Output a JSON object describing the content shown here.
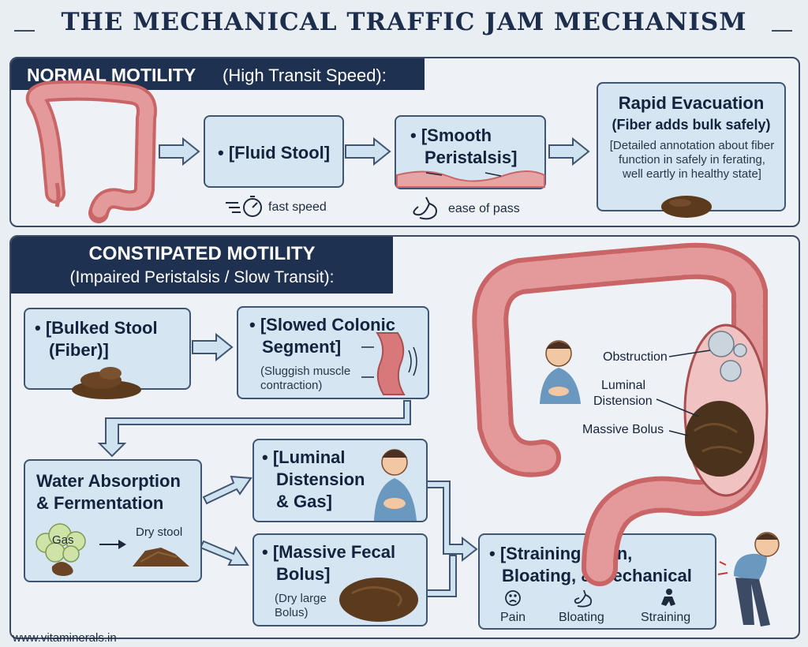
{
  "title": "THE MECHANICAL TRAFFIC JAM MECHANISM",
  "normal": {
    "header_bold": "NORMAL MOTILITY",
    "header_rest": "(High Transit Speed):",
    "box1": "• [Fluid Stool]",
    "box1_caption": "fast speed",
    "box2_line1": "• [Smooth",
    "box2_line2": "Peristalsis]",
    "box2_caption": "ease of pass",
    "box3_title": "Rapid Evacuation",
    "box3_subtitle": "(Fiber adds bulk safely)",
    "box3_note": "[Detailed annotation about fiber function in safely in ferating, well eartly in healthy state]"
  },
  "constipated": {
    "header_line1": "CONSTIPATED MOTILITY",
    "header_line2": "(Impaired Peristalsis / Slow Transit):",
    "bulked_line1": "• [Bulked Stool",
    "bulked_line2": "(Fiber)]",
    "slowed_line1": "• [Slowed Colonic",
    "slowed_line2": "Segment]",
    "slowed_note": "(Sluggish muscle contraction)",
    "water_line1": "Water Absorption",
    "water_line2": "& Fermentation",
    "gas_label": "Gas",
    "dry_label": "Dry stool",
    "luminal_line1": "• [Luminal",
    "luminal_line2": "Distension",
    "luminal_line3": "& Gas]",
    "bolus_line1": "• [Massive Fecal",
    "bolus_line2": "Bolus]",
    "bolus_note": "(Dry large Bolus)",
    "straining_line1": "• [Straining, Pain,",
    "straining_line2": "Bloating, & Mechanical",
    "icon_pain": "Pain",
    "icon_bloating": "Bloating",
    "icon_straining": "Straining",
    "colon_obstruction": "Obstruction",
    "colon_luminal_1": "Luminal",
    "colon_luminal_2": "Distension",
    "colon_bolus": "Massive Bolus"
  },
  "footer": "www.vitaminerals.in",
  "colors": {
    "navy": "#1f3150",
    "box_fill": "#d5e6f2",
    "colon": "#d9787a",
    "stool": "#5b3a1e"
  }
}
